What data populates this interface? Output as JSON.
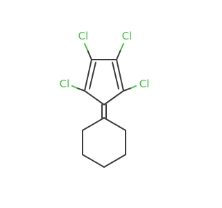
{
  "molecule": {
    "atom_label_color": "#3cc63c",
    "bond_color": "#3a3a3a",
    "labels": {
      "cl_upper_left": "Cl",
      "cl_upper_right": "Cl",
      "cl_lower_left": "Cl",
      "cl_lower_right": "Cl"
    }
  }
}
